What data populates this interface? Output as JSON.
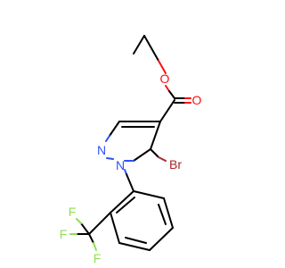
{
  "molecule": {
    "atoms": {
      "o_ester": "O",
      "o_carbonyl": "O",
      "n2": "N",
      "n1": "N",
      "br": "Br",
      "f1": "F",
      "f2": "F",
      "f3": "F"
    },
    "colors": {
      "bond": "#000000",
      "nitrogen": "#3050F8",
      "oxygen": "#FF0D0D",
      "bromine": "#A62929",
      "fluorine": "#90E050"
    }
  }
}
